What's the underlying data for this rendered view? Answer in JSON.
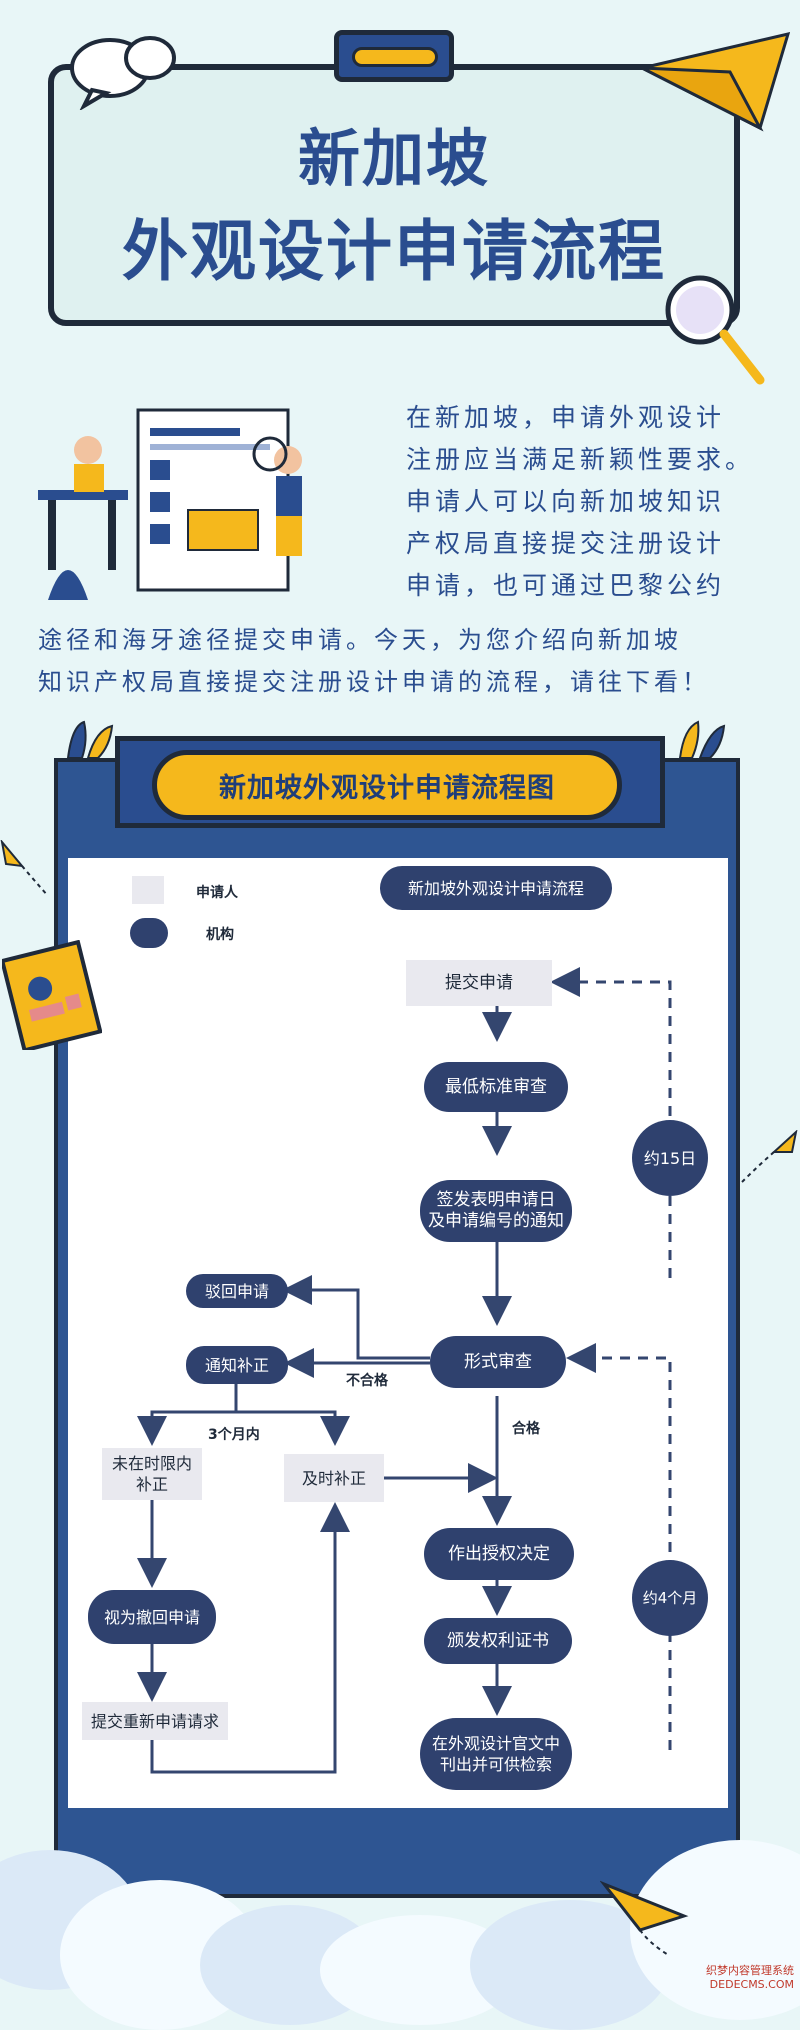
{
  "title": {
    "line1": "新加坡",
    "line2": "外观设计申请流程"
  },
  "intro": {
    "lines": [
      "在新加坡，申请外观设计",
      "注册应当满足新颖性要求。",
      "申请人可以向新加坡知识",
      "产权局直接提交注册设计",
      "申请，也可通过巴黎公约",
      "途径和海牙途径提交申请。今天，为您介绍向新加坡",
      "知识产权局直接提交注册设计申请的流程，请往下看！"
    ]
  },
  "panel": {
    "title": "新加坡外观设计申请流程图"
  },
  "flowchart": {
    "header": "新加坡外观设计申请流程",
    "legend": {
      "applicant": "申请人",
      "agency": "机构"
    },
    "nodes": {
      "submit": "提交申请",
      "min_review": "最低标准审查",
      "notice_1": "签发表明申请日",
      "notice_2": "及申请编号的通知",
      "formal_review": "形式审查",
      "reject": "驳回申请",
      "notify_fix": "通知补正",
      "not_in_time_1": "未在时限内",
      "not_in_time_2": "补正",
      "fix_in_time": "及时补正",
      "deemed_withdrawn": "视为撤回申请",
      "resubmit": "提交重新申请请求",
      "grant": "作出授权决定",
      "certificate": "颁发权利证书",
      "publish_1": "在外观设计官文中",
      "publish_2": "刊出并可供检索",
      "about_15": "约15日",
      "about_4m": "约4个月"
    },
    "edge_labels": {
      "fail": "不合格",
      "pass": "合格",
      "within_3m": "3个月内"
    }
  },
  "footer": {
    "line1": "织梦内容管理系统",
    "line2": "DEDECMS.COM"
  },
  "colors": {
    "brand_blue": "#2a4d8f",
    "node_dark": "#2f416e",
    "node_light": "#e9e9ef",
    "accent_yellow": "#f5b81c",
    "background": "#e8f6f7"
  }
}
